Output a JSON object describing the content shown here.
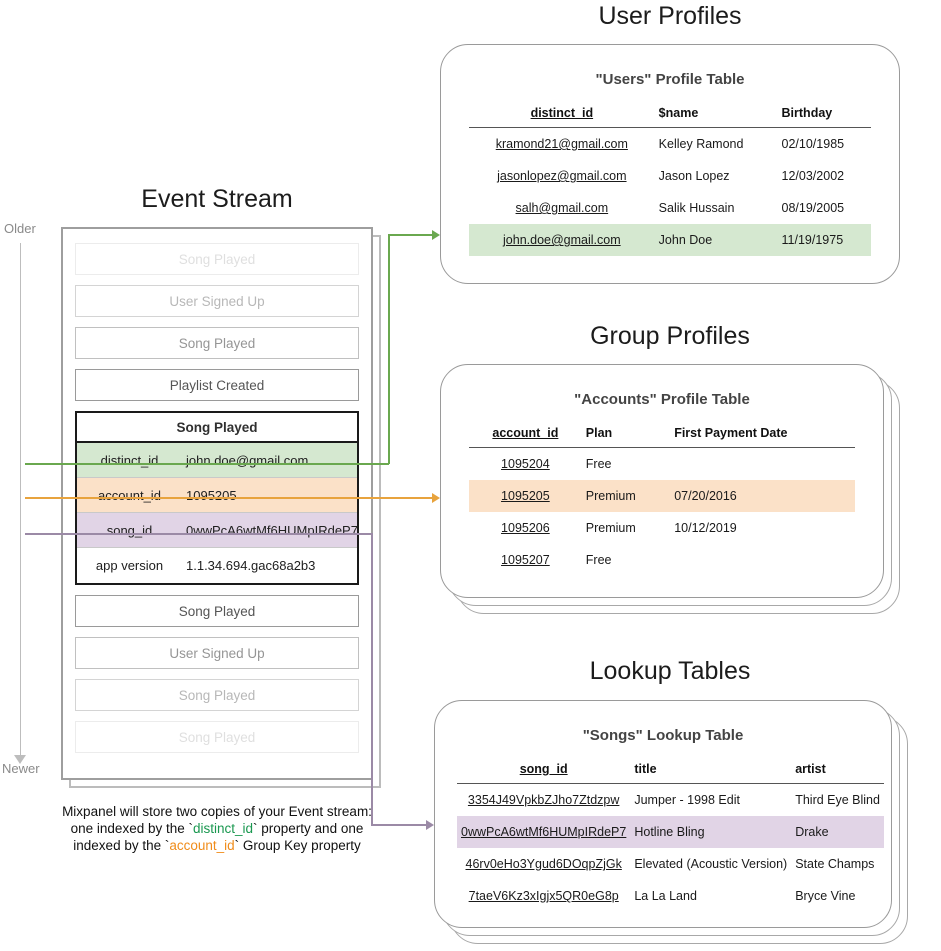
{
  "sections": {
    "event_stream_title": "Event Stream",
    "user_profiles_title": "User Profiles",
    "group_profiles_title": "Group Profiles",
    "lookup_tables_title": "Lookup Tables"
  },
  "axis": {
    "older_label": "Older",
    "newer_label": "Newer"
  },
  "event_stream": {
    "events_before": [
      {
        "label": "Song Played",
        "fade": "f1"
      },
      {
        "label": "User Signed Up",
        "fade": "f2"
      },
      {
        "label": "Song Played",
        "fade": "f3"
      },
      {
        "label": "Playlist Created",
        "fade": "f4"
      }
    ],
    "events_after": [
      {
        "label": "Song Played",
        "fade": "f4"
      },
      {
        "label": "User Signed Up",
        "fade": "f3"
      },
      {
        "label": "Song Played",
        "fade": "f2"
      },
      {
        "label": "Song Played",
        "fade": "f1"
      }
    ],
    "highlighted_event": {
      "title": "Song Played",
      "properties": [
        {
          "key": "distinct_id",
          "value": "john.doe@gmail.com",
          "highlight": "green"
        },
        {
          "key": "account_id",
          "value": "1095205",
          "highlight": "orange"
        },
        {
          "key": "song_id",
          "value": "0wwPcA6wtMf6HUMpIRdeP7",
          "highlight": "purple"
        },
        {
          "key": "app version",
          "value": "1.1.34.694.gac68a2b3",
          "highlight": "none"
        }
      ]
    }
  },
  "caption": {
    "line1": "Mixpanel will store two copies of your Event stream:",
    "line2_pre": "one indexed by the `",
    "line2_code": "distinct_id",
    "line2_post": "` property and one",
    "line3_pre": "indexed by the `",
    "line3_code": "account_id",
    "line3_post": "` Group Key property"
  },
  "users_table": {
    "title": "\"Users\" Profile Table",
    "headers": [
      "distinct_id",
      "$name",
      "Birthday"
    ],
    "rows": [
      {
        "cells": [
          "kramond21@gmail.com",
          "Kelley Ramond",
          "02/10/1985"
        ],
        "highlight": "none"
      },
      {
        "cells": [
          "jasonlopez@gmail.com",
          "Jason Lopez",
          "12/03/2002"
        ],
        "highlight": "none"
      },
      {
        "cells": [
          "salh@gmail.com",
          "Salik Hussain",
          "08/19/2005"
        ],
        "highlight": "none"
      },
      {
        "cells": [
          "john.doe@gmail.com",
          "John Doe",
          "11/19/1975"
        ],
        "highlight": "green"
      }
    ]
  },
  "accounts_table": {
    "title": "\"Accounts\" Profile Table",
    "headers": [
      "account_id",
      "Plan",
      "First Payment Date"
    ],
    "rows": [
      {
        "cells": [
          "1095204",
          "Free",
          ""
        ],
        "highlight": "none"
      },
      {
        "cells": [
          "1095205",
          "Premium",
          "07/20/2016"
        ],
        "highlight": "orange"
      },
      {
        "cells": [
          "1095206",
          "Premium",
          "10/12/2019"
        ],
        "highlight": "none"
      },
      {
        "cells": [
          "1095207",
          "Free",
          ""
        ],
        "highlight": "none"
      }
    ]
  },
  "songs_table": {
    "title": "\"Songs\" Lookup Table",
    "headers": [
      "song_id",
      "title",
      "artist"
    ],
    "rows": [
      {
        "cells": [
          "3354J49VpkbZJho7Ztdzpw",
          "Jumper - 1998 Edit",
          "Third Eye Blind"
        ],
        "highlight": "none"
      },
      {
        "cells": [
          "0wwPcA6wtMf6HUMpIRdeP7",
          "Hotline Bling",
          "Drake"
        ],
        "highlight": "purple"
      },
      {
        "cells": [
          "46rv0eHo3Ygud6DOqpZjGk",
          "Elevated (Acoustic Version)",
          "State Champs"
        ],
        "highlight": "none"
      },
      {
        "cells": [
          "7taeV6Kz3xIgjx5QR0eG8p",
          "La La Land",
          "Bryce Vine"
        ],
        "highlight": "none"
      }
    ]
  },
  "colors": {
    "green": "#d5e8d0",
    "orange": "#fbe1c8",
    "purple": "#e1d4e6",
    "connector_green": "#6aa84f",
    "connector_orange": "#e8a33d",
    "connector_purple": "#9b8aa6",
    "axis_gray": "#bdbdbd"
  }
}
